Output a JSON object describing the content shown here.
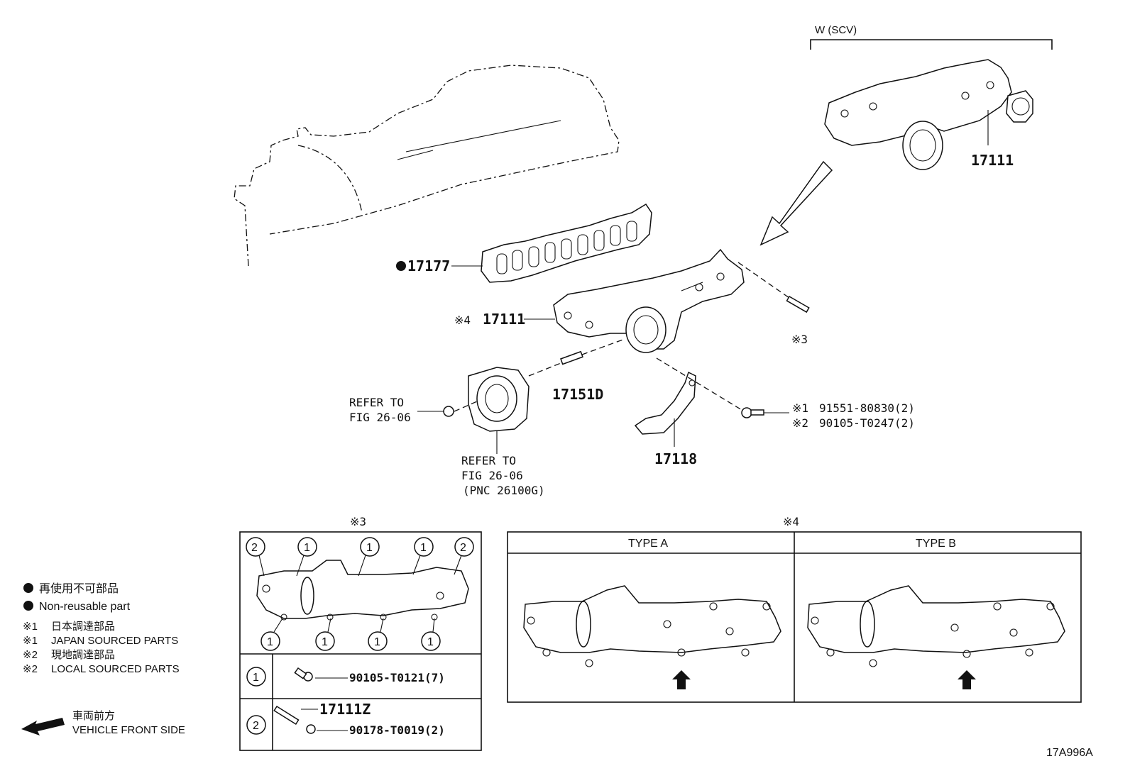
{
  "header": {
    "variant_label": "W (SCV)",
    "figure_id": "17A996A"
  },
  "callouts": {
    "top_manifold": "17111",
    "gasket": "17177",
    "main_manifold_mark": "※4",
    "main_manifold": "17111",
    "stud_mark": "※3",
    "stud": "17151D",
    "bracket": "17118",
    "bolt_line1_mark": "※1",
    "bolt_line1": "91551-80830(2)",
    "bolt_line2_mark": "※2",
    "bolt_line2": "90105-T0247(2)",
    "refer1_line1": "REFER TO",
    "refer1_line2": "FIG 26-06",
    "refer2_line1": "REFER TO",
    "refer2_line2": "FIG 26-06",
    "refer2_line3": "(PNC 26100G)"
  },
  "box3": {
    "title": "※3",
    "circle1": "1",
    "circle2": "2",
    "row1_part": "90105-T0121(7)",
    "row2_part_a": "17111Z",
    "row2_part_b": "90178-T0019(2)"
  },
  "box4": {
    "title": "※4",
    "type_a": "TYPE A",
    "type_b": "TYPE B"
  },
  "legend": {
    "nonreusable_jp": "再使用不可部品",
    "nonreusable_en": "Non-reusable part",
    "mark1": "※1",
    "japan_jp": "日本調達部品",
    "japan_en": "JAPAN SOURCED PARTS",
    "mark2": "※2",
    "local_jp": "現地調達部品",
    "local_en": "LOCAL SOURCED PARTS",
    "front_jp": "車両前方",
    "front_en": "VEHICLE FRONT SIDE"
  },
  "icons": {
    "arrow": "arrow-icon",
    "dot": "filled-dot-icon"
  }
}
